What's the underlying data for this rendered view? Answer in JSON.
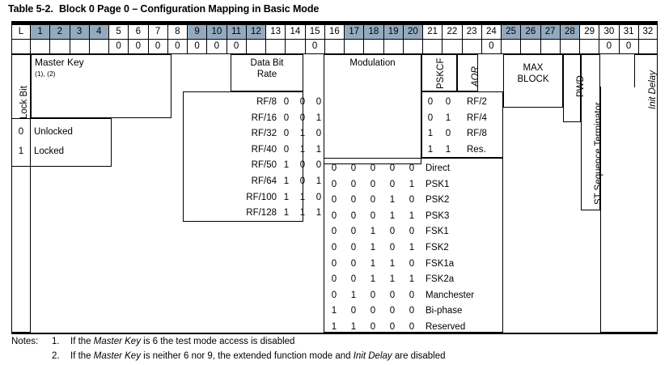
{
  "title": {
    "number": "Table 5-2.",
    "caption": "Block 0 Page 0 – Configuration Mapping in Basic Mode"
  },
  "colors": {
    "shaded_group": "#93a9bd",
    "grid_line": "#000000",
    "background": "#ffffff"
  },
  "bit_grid": {
    "header_labels": [
      "L",
      "1",
      "2",
      "3",
      "4",
      "5",
      "6",
      "7",
      "8",
      "9",
      "10",
      "11",
      "12",
      "13",
      "14",
      "15",
      "16",
      "17",
      "18",
      "19",
      "20",
      "21",
      "22",
      "23",
      "24",
      "25",
      "26",
      "27",
      "28",
      "29",
      "30",
      "31",
      "32"
    ],
    "shaded_bits": [
      1,
      2,
      3,
      4,
      9,
      10,
      11,
      12,
      17,
      18,
      19,
      20,
      25,
      26,
      27,
      28
    ],
    "default_values": {
      "5": "0",
      "6": "0",
      "7": "0",
      "8": "0",
      "9": "0",
      "10": "0",
      "11": "0",
      "15": "0",
      "24": "0",
      "30": "0",
      "31": "0"
    }
  },
  "fields": [
    {
      "name": "Lock Bit",
      "orientation": "vertical",
      "italic": false
    },
    {
      "name": "Master Key",
      "orientation": "horizontal",
      "footnote_refs": "(1), (2)",
      "italic": false
    },
    {
      "name": "Data Bit Rate",
      "orientation": "horizontal",
      "italic": false
    },
    {
      "name": "Modulation",
      "orientation": "horizontal",
      "italic": false
    },
    {
      "name": "PSKCF",
      "orientation": "vertical",
      "italic": false
    },
    {
      "name": "AOR",
      "orientation": "vertical",
      "italic": true
    },
    {
      "name": "MAX BLOCK",
      "orientation": "horizontal",
      "italic": false
    },
    {
      "name": "PWD",
      "orientation": "vertical",
      "italic": false
    },
    {
      "name": "ST Sequence Terminator",
      "orientation": "vertical",
      "italic": false
    },
    {
      "name": "Init Delay",
      "orientation": "vertical",
      "italic": true
    }
  ],
  "field_labels": {
    "lock_bit": "Lock Bit",
    "master_key": "Master Key",
    "master_key_refs": "(1), (2)",
    "data_bit_rate_l1": "Data Bit",
    "data_bit_rate_l2": "Rate",
    "modulation": "Modulation",
    "pskcf": "PSKCF",
    "aor": "AOR",
    "max_block_l1": "MAX",
    "max_block_l2": "BLOCK",
    "pwd": "PWD",
    "st_sequence_terminator": "ST Sequence Terminator",
    "init_delay": "Init Delay"
  },
  "lock_bit_table": {
    "rows": [
      {
        "bit": "0",
        "label": "Unlocked"
      },
      {
        "bit": "1",
        "label": "Locked"
      }
    ]
  },
  "data_bit_rate_table": {
    "rows": [
      {
        "label": "RF/8",
        "bits": [
          "0",
          "0",
          "0"
        ]
      },
      {
        "label": "RF/16",
        "bits": [
          "0",
          "0",
          "1"
        ]
      },
      {
        "label": "RF/32",
        "bits": [
          "0",
          "1",
          "0"
        ]
      },
      {
        "label": "RF/40",
        "bits": [
          "0",
          "1",
          "1"
        ]
      },
      {
        "label": "RF/50",
        "bits": [
          "1",
          "0",
          "0"
        ]
      },
      {
        "label": "RF/64",
        "bits": [
          "1",
          "0",
          "1"
        ]
      },
      {
        "label": "RF/100",
        "bits": [
          "1",
          "1",
          "0"
        ]
      },
      {
        "label": "RF/128",
        "bits": [
          "1",
          "1",
          "1"
        ]
      }
    ]
  },
  "pskcf_table": {
    "rows": [
      {
        "bits": [
          "0",
          "0"
        ],
        "label": "RF/2"
      },
      {
        "bits": [
          "0",
          "1"
        ],
        "label": "RF/4"
      },
      {
        "bits": [
          "1",
          "0"
        ],
        "label": "RF/8"
      },
      {
        "bits": [
          "1",
          "1"
        ],
        "label": "Res."
      }
    ]
  },
  "modulation_table": {
    "rows": [
      {
        "bits": [
          "0",
          "0",
          "0",
          "0",
          "0"
        ],
        "label": "Direct"
      },
      {
        "bits": [
          "0",
          "0",
          "0",
          "0",
          "1"
        ],
        "label": "PSK1"
      },
      {
        "bits": [
          "0",
          "0",
          "0",
          "1",
          "0"
        ],
        "label": "PSK2"
      },
      {
        "bits": [
          "0",
          "0",
          "0",
          "1",
          "1"
        ],
        "label": "PSK3"
      },
      {
        "bits": [
          "0",
          "0",
          "1",
          "0",
          "0"
        ],
        "label": "FSK1"
      },
      {
        "bits": [
          "0",
          "0",
          "1",
          "0",
          "1"
        ],
        "label": "FSK2"
      },
      {
        "bits": [
          "0",
          "0",
          "1",
          "1",
          "0"
        ],
        "label": "FSK1a"
      },
      {
        "bits": [
          "0",
          "0",
          "1",
          "1",
          "1"
        ],
        "label": "FSK2a"
      },
      {
        "bits": [
          "0",
          "1",
          "0",
          "0",
          "0"
        ],
        "label": "Manchester"
      },
      {
        "bits": [
          "1",
          "0",
          "0",
          "0",
          "0"
        ],
        "label": "Bi-phase"
      },
      {
        "bits": [
          "1",
          "1",
          "0",
          "0",
          "0"
        ],
        "label": "Reserved"
      }
    ]
  },
  "notes": {
    "label": "Notes:",
    "items": [
      {
        "num": "1.",
        "pre": "If the ",
        "em1": "Master Key",
        "mid": " is 6 the test mode access is disabled",
        "em2": "",
        "post": ""
      },
      {
        "num": "2.",
        "pre": "If the ",
        "em1": "Master Key",
        "mid": " is neither 6 nor 9, the extended function mode and ",
        "em2": "Init Delay",
        "post": " are disabled"
      }
    ]
  }
}
